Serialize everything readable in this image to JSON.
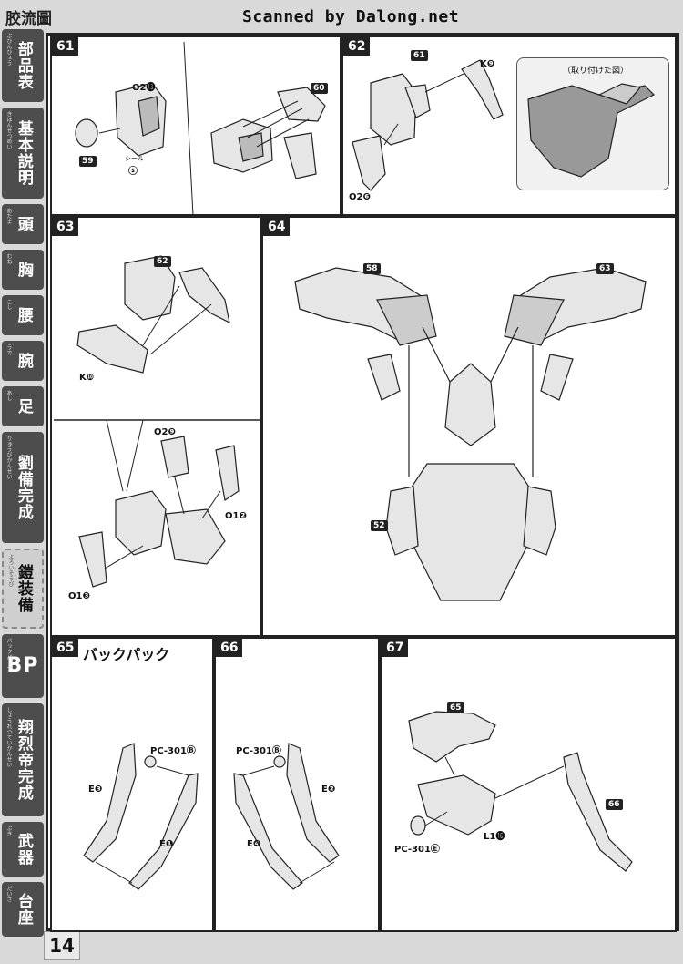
{
  "header": {
    "brand": "胶流圖",
    "scan_tag": "Scanned by Dalong.net"
  },
  "sidebar": {
    "items": [
      {
        "label": "部品表",
        "ruby": "ぶひんひょう"
      },
      {
        "label": "基本説明",
        "ruby": "きほんせつめい"
      },
      {
        "label": "頭",
        "ruby": "あたま"
      },
      {
        "label": "胸",
        "ruby": "むね"
      },
      {
        "label": "腰",
        "ruby": "こし"
      },
      {
        "label": "腕",
        "ruby": "うで"
      },
      {
        "label": "足",
        "ruby": "あし"
      },
      {
        "label": "劉備完成",
        "ruby": "りゅうびかんせい"
      },
      {
        "label": "鎧装備",
        "ruby": "よろいそうび"
      },
      {
        "label": "BP",
        "ruby": "バックパック"
      },
      {
        "label": "翔烈帝完成",
        "ruby": "しょうれつていかんせい"
      },
      {
        "label": "武器",
        "ruby": "ぶき"
      },
      {
        "label": "台座",
        "ruby": "だいざ"
      }
    ]
  },
  "page_number": "14",
  "steps": {
    "s61": {
      "num": "61",
      "labels": {
        "o2": "O2⓭",
        "b59": "59",
        "seal_text": "シール",
        "seal": "ⓢ",
        "b60": "60"
      }
    },
    "s62": {
      "num": "62",
      "labels": {
        "b61": "61",
        "k": "K❾",
        "o2": "O2❻"
      },
      "inset_caption": "（取り付けた図）"
    },
    "s63": {
      "num": "63",
      "labels": {
        "b62": "62",
        "k": "K❿",
        "o2": "O2❾",
        "o1a": "O1❷",
        "o1b": "O1❸"
      }
    },
    "s64": {
      "num": "64",
      "labels": {
        "b58": "58",
        "b63": "63",
        "b52": "52"
      }
    },
    "s65": {
      "num": "65",
      "title": "バックパック",
      "labels": {
        "pc": "PC-301Ⓑ",
        "e3": "E❸",
        "e1": "E❶"
      }
    },
    "s66": {
      "num": "66",
      "labels": {
        "pc": "PC-301Ⓑ",
        "e2": "E❷",
        "e4": "E❹"
      }
    },
    "s67": {
      "num": "67",
      "labels": {
        "b65": "65",
        "b66": "66",
        "pc": "PC-301Ⓔ",
        "l1": "L1⓰"
      }
    }
  }
}
